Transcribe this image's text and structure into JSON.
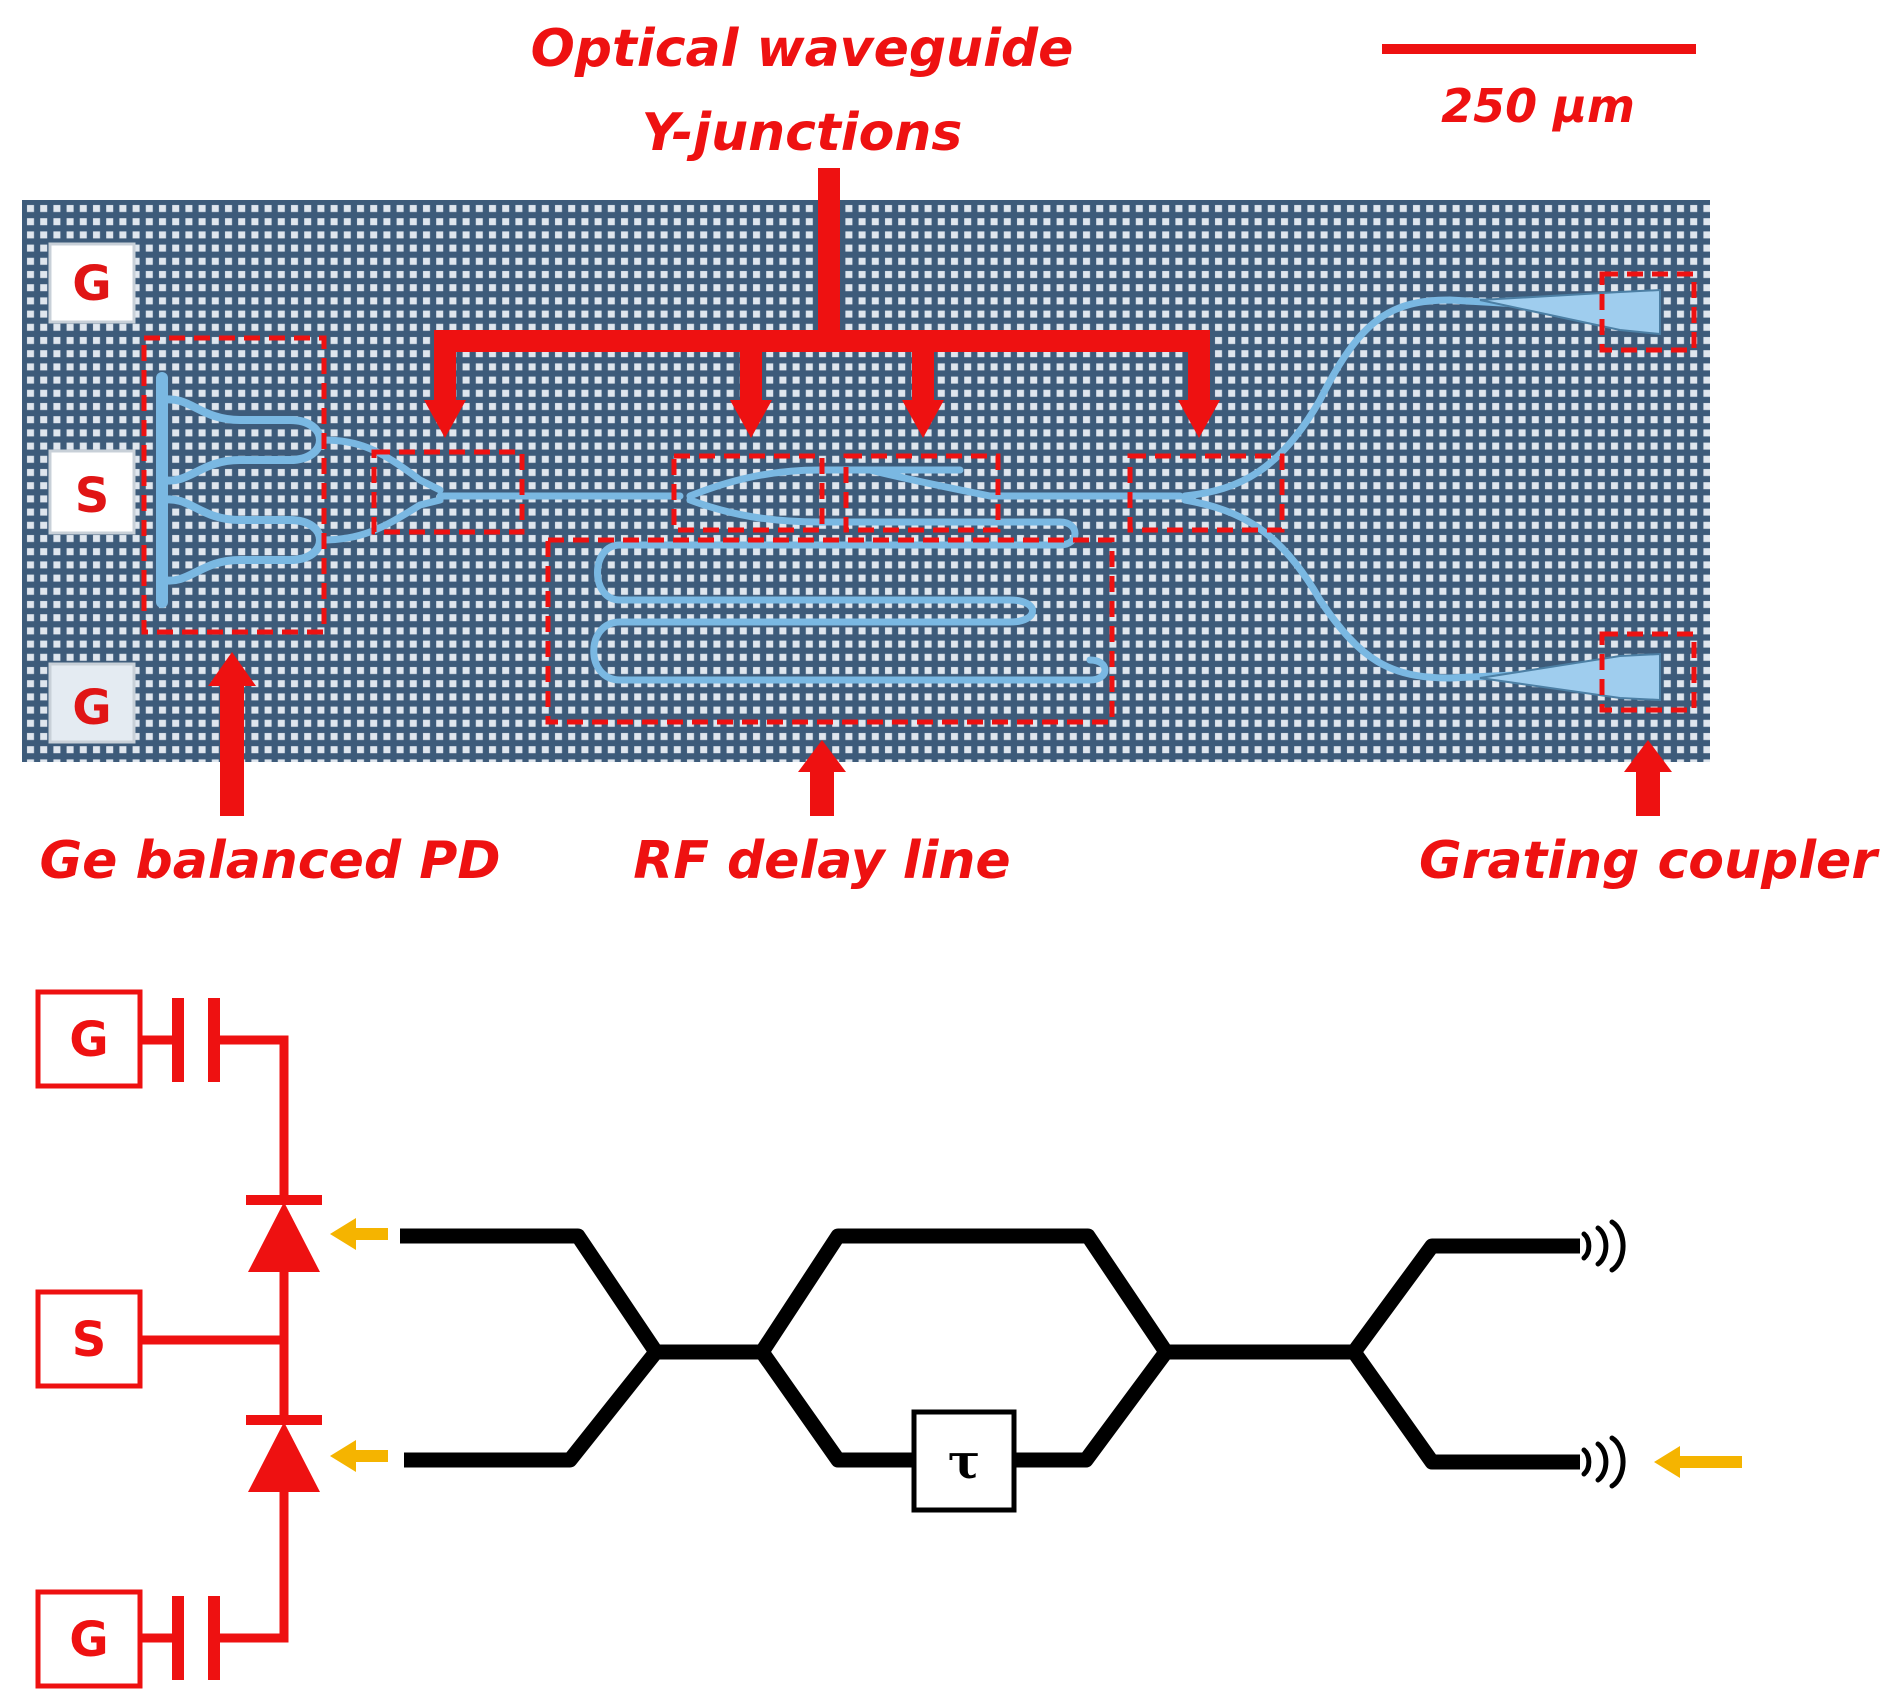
{
  "micrograph": {
    "labels": {
      "y_junctions_line1": "Optical waveguide",
      "y_junctions_line2": "Y-junctions",
      "scale_bar": "250 µm",
      "pd": "Ge balanced PD",
      "delay_line": "RF delay line",
      "grating": "Grating coupler"
    },
    "pads": [
      "G",
      "S",
      "G"
    ]
  },
  "schematic": {
    "pads": [
      "G",
      "S",
      "G"
    ],
    "delay_symbol": "τ"
  },
  "colors": {
    "annotation_red": "#ee1111",
    "waveguide_black": "#000000",
    "light_arrow_yellow": "#f5b400",
    "chip_background": "#3c5a78",
    "waveguide_blue": "#6fb3e0"
  }
}
